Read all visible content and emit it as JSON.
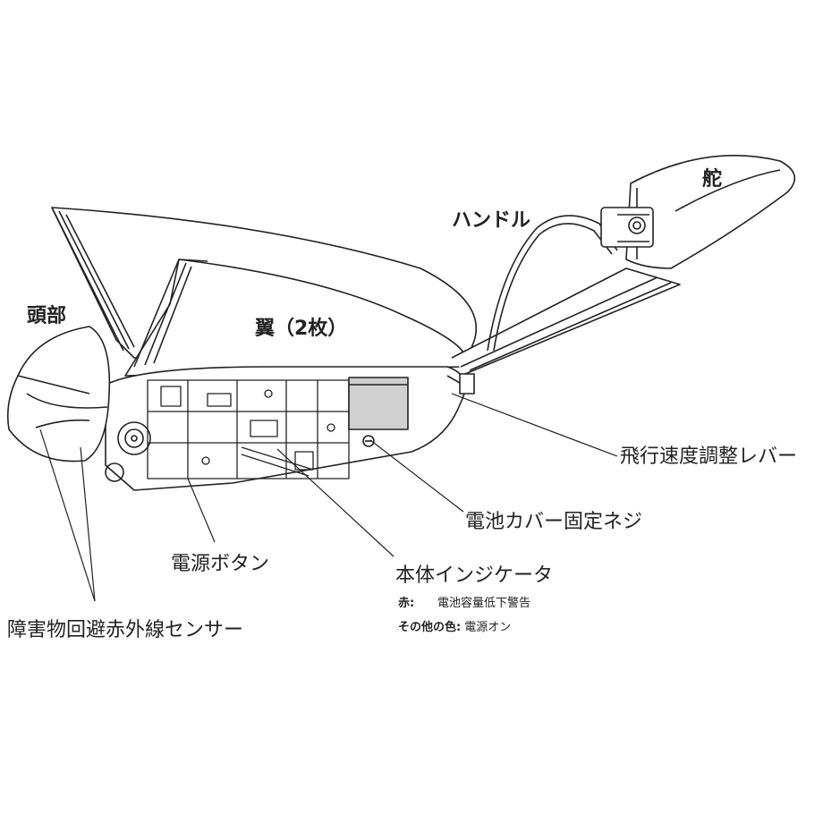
{
  "labels": {
    "head": "頭部",
    "wings": "翼（2枚）",
    "handle": "ハンドル",
    "rudder": "舵",
    "speed_lever": "飛行速度調整レバー",
    "battery_screw": "電池カバー固定ネジ",
    "power_button": "電源ボタン",
    "indicator": "本体インジケータ",
    "ir_sensor": "障害物回避赤外線センサー"
  },
  "indicator_legend": [
    {
      "key": "赤:",
      "value": "電池容量低下警告"
    },
    {
      "key": "その他の色:",
      "value": "電源オン"
    }
  ],
  "colors": {
    "line": "#222222",
    "battery": "#d0d0d0",
    "background": "#ffffff"
  }
}
